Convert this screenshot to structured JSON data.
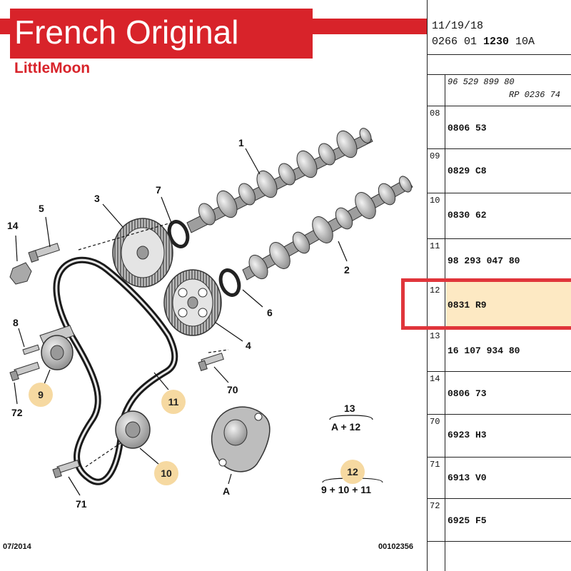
{
  "brand": {
    "title": "French Original",
    "subtitle": "LittleMoon"
  },
  "labels": {
    "l1": "1",
    "l2": "2",
    "l3": "3",
    "l4": "4",
    "l5": "5",
    "l6": "6",
    "l7": "7",
    "l8": "8",
    "l14": "14",
    "l70": "70",
    "l71": "71",
    "l72": "72",
    "lA": "A"
  },
  "badges": {
    "b9": "9",
    "b10": "10",
    "b11": "11",
    "b12": "12"
  },
  "formulas": {
    "f13_num": "13",
    "f13_expr": "A + 12",
    "f12_expr": "9 + 10 + 11"
  },
  "footer": {
    "date": "07/2014",
    "ref": "00102356"
  },
  "table": {
    "header_date": "11/19/18",
    "header_code_a": "0266 01 ",
    "header_code_b": "1230",
    "header_code_c": " 10A",
    "ref_line1": "96 529 899 80",
    "ref_line2": "RP 0236 74",
    "rows": [
      {
        "no": "08",
        "value": "0806 53"
      },
      {
        "no": "09",
        "value": "0829 C8"
      },
      {
        "no": "10",
        "value": "0830 62"
      },
      {
        "no": "11",
        "value": "98 293 047 80"
      },
      {
        "no": "12",
        "value": "0831 R9"
      },
      {
        "no": "13",
        "value": "16 107 934 80"
      },
      {
        "no": "14",
        "value": "0806 73"
      },
      {
        "no": "70",
        "value": "6923 H3"
      },
      {
        "no": "71",
        "value": "6913 V0"
      },
      {
        "no": "72",
        "value": "6925 F5"
      }
    ]
  },
  "colors": {
    "brand_red": "#d8232a",
    "highlight": "#fde9c3",
    "badge": "#f6d9a1",
    "select_red": "#e0353b"
  }
}
